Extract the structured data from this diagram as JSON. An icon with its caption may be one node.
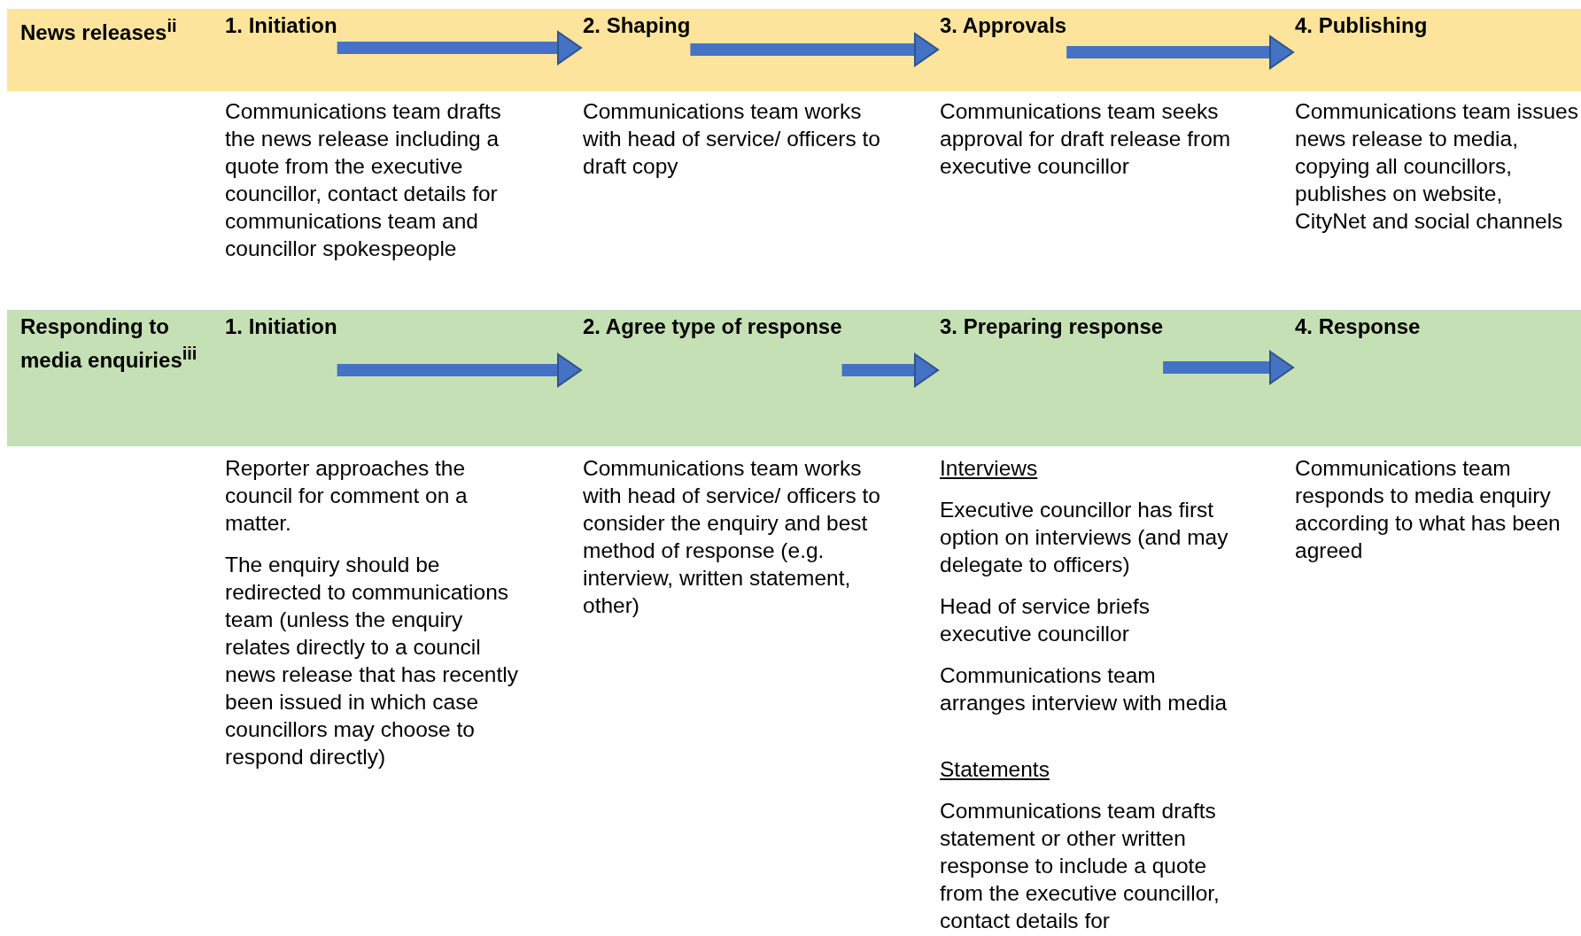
{
  "diagram": {
    "nodes": [
      {
        "text": [
          "News releases$^{ii}$"
        ]
      },
      {
        "text": [
          "1. Initiation"
        ],
        "in": 0
      },
      {
        "text": [
          "2. Shaping"
        ],
        "in": 0
      },
      {
        "text": [
          "3. Approvals"
        ],
        "in": 0
      },
      {
        "text": [
          "4. Publishing"
        ],
        "in": 0
      },
      {
        "text": [
          "Responding to media enquiries$^{iii}$"
        ]
      },
      {
        "text": [
          "1. Initiation"
        ],
        "in": 5
      },
      {
        "text": [
          "2. Agree type of response"
        ],
        "in": 5
      },
      {
        "text": [
          "3. Preparing response"
        ],
        "in": 5
      },
      {
        "text": [
          "4. Response"
        ],
        "in": 5
      }
    ],
    "edges": [
      {
        "from": 1,
        "to": 2,
        "arrow": "to"
      },
      {
        "from": 2,
        "to": 3,
        "arrow": "to"
      },
      {
        "from": 3,
        "to": 4,
        "arrow": "to"
      },
      {
        "from": 6,
        "to": 7,
        "arrow": "to"
      },
      {
        "from": 7,
        "to": 8,
        "arrow": "to"
      },
      {
        "from": 8,
        "to": 9,
        "arrow": "to"
      }
    ],
    "labels": [
      "Communications team drafts the news release including a quote from the executive councillor, contact details for communications team and councillor spokespeople",
      "Communications team works with head of service/ officers to draft copy",
      "Communications team seeks approval for draft release from executive councillor",
      "Communications team issues news release to media, copying all councillors, publishes on website, CityNet and social channels",
      "Reporter approaches the council for comment on a matter.",
      "The enquiry should be redirected to communications team (unless the enquiry relates directly to a council news release that has recently been issued in which case councillors may choose to respond directly)",
      "Communications team works with head of service/ officers to consider the enquiry and best method of response (e.g. interview, written statement, other)",
      "Interviews",
      "Executive councillor has first option on interviews (and may delegate to officers)",
      "Head of service briefs executive councillor",
      "Communications team arranges interview with media",
      "Statements",
      "Communications team drafts statement or other written response to include a quote from the executive councillor, contact details for",
      "Communications team responds to media enquiry according to what has been agreed"
    ]
  }
}
